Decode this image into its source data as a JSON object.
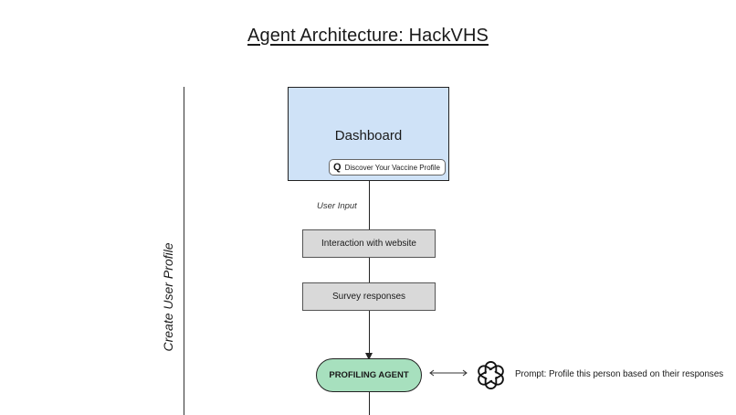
{
  "title": "Agent Architecture: HackVHS",
  "side_label": "Create User Profile",
  "dashboard": {
    "title": "Dashboard",
    "search_icon_glyph": "Q",
    "search_label": "Discover Your Vaccine Profile"
  },
  "edge_label": "User Input",
  "steps": [
    {
      "label": "Interaction with website"
    },
    {
      "label": "Survey responses"
    }
  ],
  "agent": {
    "label": "PROFILING AGENT"
  },
  "prompt": {
    "icon": "openai-logo-icon",
    "text": "Prompt: Profile this person based on their responses"
  },
  "colors": {
    "dashboard_fill": "#cfe2f7",
    "step_fill": "#d9d9d9",
    "agent_fill": "#a7e0be"
  }
}
